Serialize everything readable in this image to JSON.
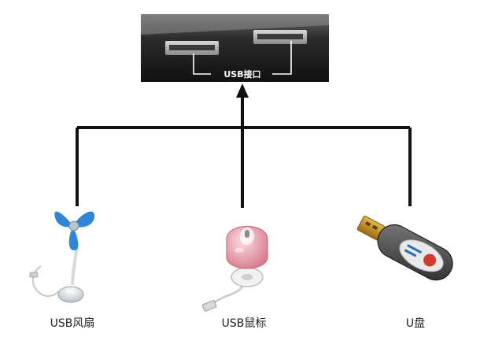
{
  "port_label": "USB接口",
  "devices": [
    {
      "key": "fan",
      "label": "USB风扇",
      "icon": "usb-fan-icon"
    },
    {
      "key": "mouse",
      "label": "USB鼠标",
      "icon": "usb-mouse-icon"
    },
    {
      "key": "disk",
      "label": "U盘",
      "icon": "usb-flash-drive-icon"
    }
  ],
  "colors": {
    "connector": "#111111",
    "fan_blade": "#2f86d6",
    "mouse_shell": "#e9a3ae",
    "drive_body": "#5a5a5a"
  }
}
